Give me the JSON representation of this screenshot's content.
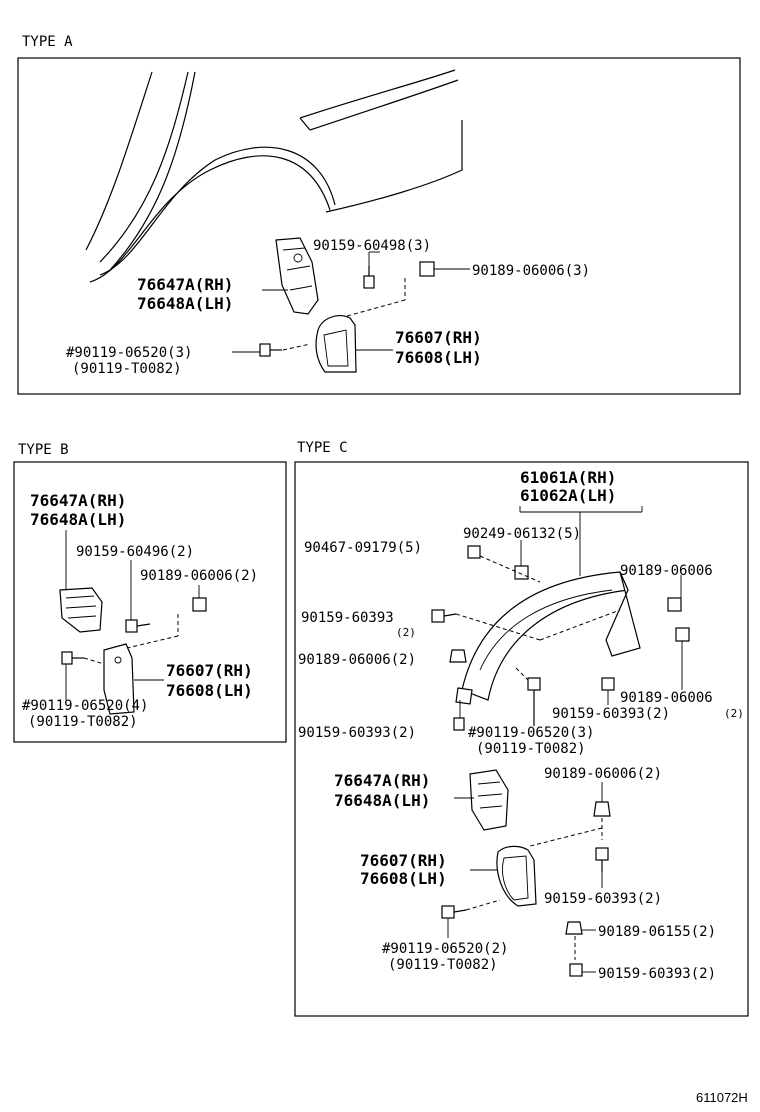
{
  "sections": {
    "type_a": {
      "title": "TYPE A",
      "labels": {
        "bracket_rh": "76647A(RH)",
        "bracket_lh": "76648A(LH)",
        "screw_top": "90159-60498(3)",
        "nut_top": "90189-06006(3)",
        "mudguard_rh": "76607(RH)",
        "mudguard_lh": "76608(LH)",
        "bolt": "#90119-06520(3)",
        "bolt_alt": "(90119-T0082)"
      }
    },
    "type_b": {
      "title": "TYPE B",
      "labels": {
        "bracket_rh": "76647A(RH)",
        "bracket_lh": "76648A(LH)",
        "screw": "90159-60496(2)",
        "nut": "90189-06006(2)",
        "mudguard_rh": "76607(RH)",
        "mudguard_lh": "76608(LH)",
        "bolt": "#90119-06520(4)",
        "bolt_alt": "(90119-T0082)"
      }
    },
    "type_c": {
      "title": "TYPE C",
      "labels": {
        "flare_rh": "61061A(RH)",
        "flare_lh": "61062A(LH)",
        "clip_a": "90249-06132(5)",
        "clip_b": "90467-09179(5)",
        "nut_right": "90189-06006",
        "screw_left": "90159-60393",
        "screw_left_qty": "(2)",
        "nut_left": "90189-06006(2)",
        "nut_right_lower": "90189-06006",
        "nut_right_lower_qty": "(2)",
        "screw_right_lower": "90159-60393(2)",
        "screw_bottom": "90159-60393(2)",
        "bolt": "#90119-06520(3)",
        "bolt_alt": "(90119-T0082)",
        "bracket_rh": "76647A(RH)",
        "bracket_lh": "76648A(LH)",
        "nut_mid": "90189-06006(2)",
        "mudguard_rh": "76607(RH)",
        "mudguard_lh": "76608(LH)",
        "screw_mid": "90159-60393(2)",
        "bolt2": "#90119-06520(2)",
        "bolt2_alt": "(90119-T0082)",
        "nut_155": "90189-06155(2)",
        "screw_last": "90159-60393(2)"
      }
    }
  },
  "figure_ref": "611072H"
}
